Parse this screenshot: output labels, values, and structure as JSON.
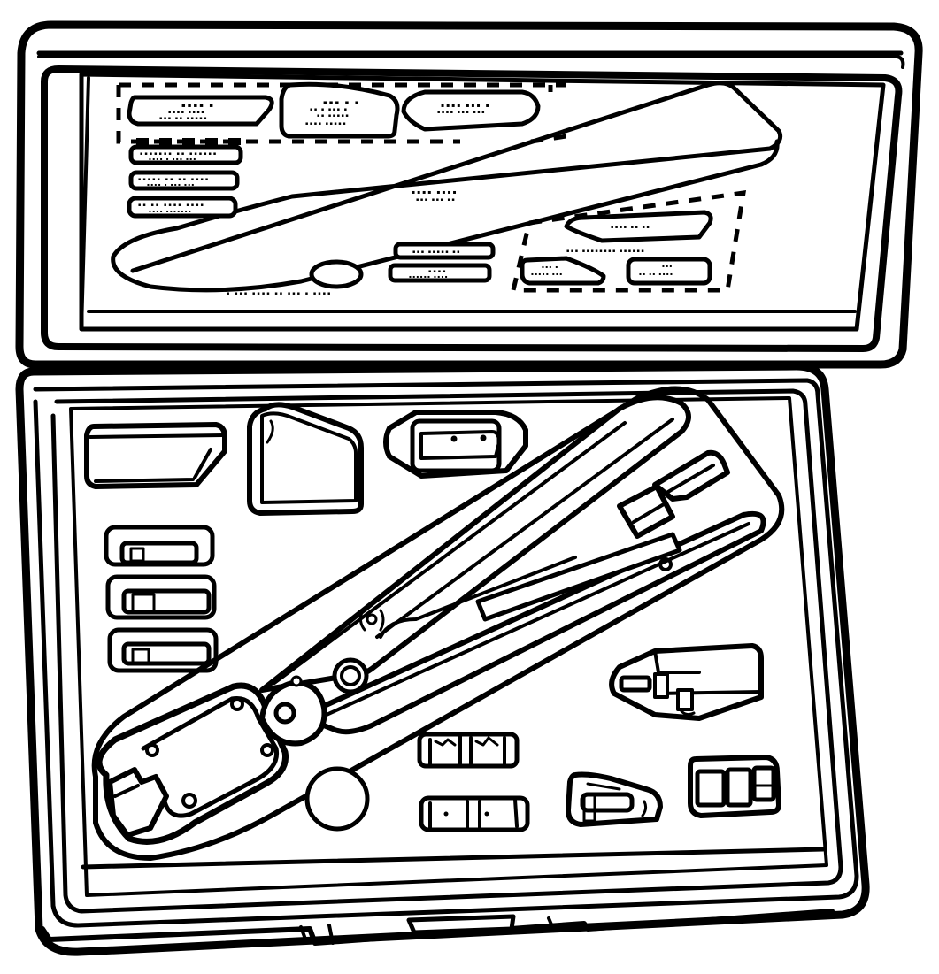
{
  "figure": {
    "description": "Line-art illustration of an open hard-shell tool kit case containing a hand crimping tool and assorted die sets / locator inserts",
    "colors": {
      "ink": "#000000",
      "paper": "#ffffff"
    }
  },
  "lid": {
    "top_labels": [
      {
        "line1": "▪▪▪▪ ▪",
        "line2": "▪▪▪▪ ▪▪▪▪",
        "line3": "▪▪▪ ▪▪ ▪▪▪▪▪"
      },
      {
        "line1": "▪▪▪ ▪ ▪",
        "line2": "▪▪ ▪ ▪▪▪ ▪",
        "line3": "▪▪ ▪▪▪▪▪",
        "line4": "▪▪▪▪ ▪▪▪▪▪"
      },
      {
        "line1": "▪▪▪▪ ▪▪▪ ▪",
        "line2": "▪▪▪▪ ▪▪▪ ▪▪▪"
      }
    ],
    "left_labels": [
      {
        "line1": "▪▪▪▪▪▪▪ ▪▪ ▪▪▪▪▪▪",
        "line2": "▪▪▪▪ ▪ ▪▪▪ ▪▪▪"
      },
      {
        "line1": "▪▪▪▪▪ ▪▪ ▪▪ ▪▪▪▪",
        "line2": "▪▪▪▪ ▪ ▪▪▪ ▪▪▪"
      },
      {
        "line1": "▪▪ ▪▪ ▪▪▪▪ ▪▪▪▪",
        "line2": "▪▪▪▪ ▪▪▪▪▪▪▪"
      }
    ],
    "tool_silhouette_label": {
      "line1": "▪▪▪▪ ▪▪▪▪",
      "line2": "▪▪▪ ▪▪▪ ▪▪"
    },
    "center_labels": [
      {
        "line1": "▪▪▪ ▪▪▪▪▪ ▪▪"
      },
      {
        "line1": "▪▪▪▪",
        "line2": "▪▪▪▪▪▪ ▪▪▪▪"
      }
    ],
    "bottom_caption": "▪ ▪▪▪ ▪▪▪▪ ▪▪ ▪▪▪ ▪ ▪▪▪▪",
    "right_group": {
      "top_label": "▪▪▪▪ ▪▪ ▪▪",
      "middle_caption": "▪▪▪ ▪▪▪▪▪▪▪▪ ▪▪▪▪▪▪",
      "left_label": {
        "line1": "▪▪▪ ▪",
        "line2": "▪▪▪▪▪ ▪▪▪"
      },
      "right_label": {
        "line1": "▪▪▪",
        "line2": "▪▪ ▪▪ ▪▪▪▪"
      }
    }
  },
  "tray": {
    "contents": [
      "crimping-tool",
      "die-set-flat",
      "die-set-pentagon",
      "locator-block",
      "terminal-locator-1",
      "terminal-locator-2",
      "terminal-locator-3",
      "positioner-head",
      "contact-die-pair-upper",
      "contact-die-pair-lower",
      "round-spacer",
      "pin-locator",
      "multi-cavity-die"
    ]
  }
}
